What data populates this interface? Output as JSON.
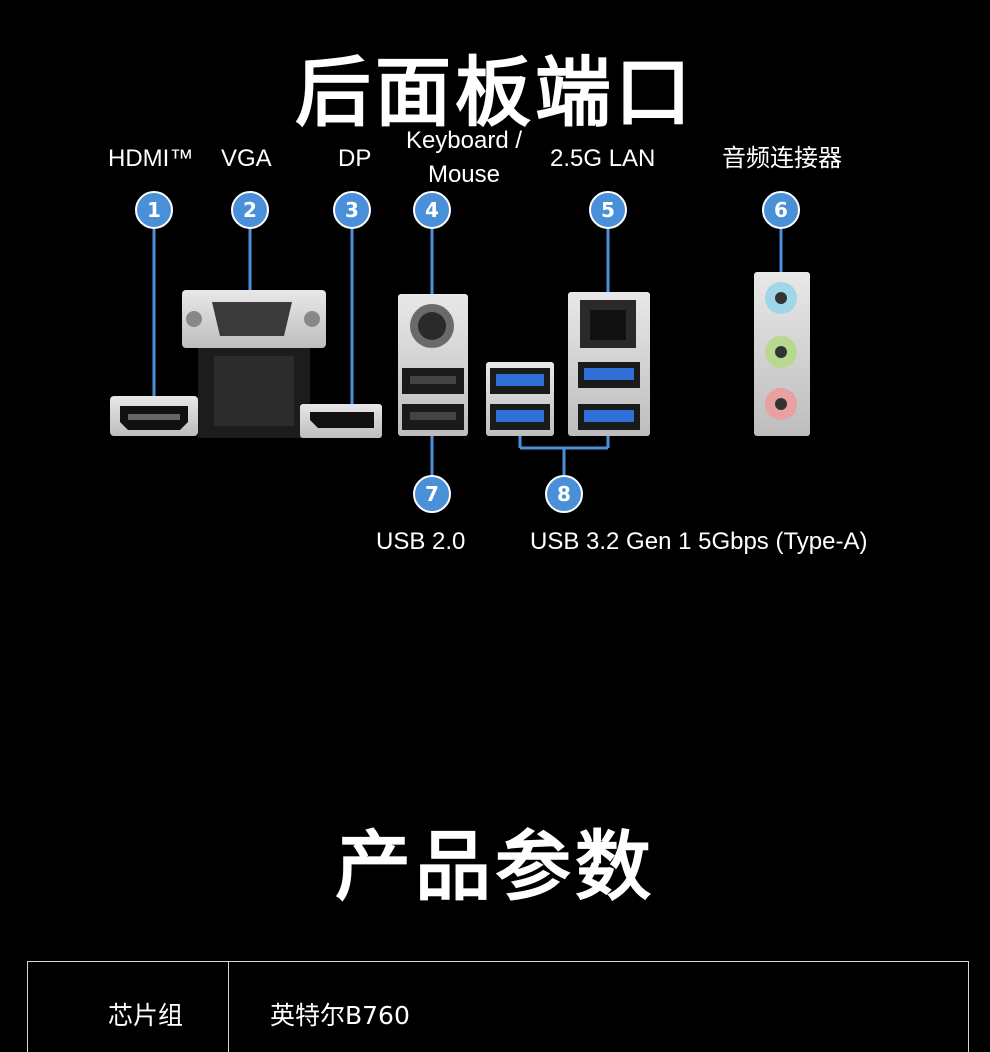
{
  "section_rear": {
    "title": "后面板端口",
    "ports": [
      {
        "num": "1",
        "label": "HDMI™"
      },
      {
        "num": "2",
        "label": "VGA"
      },
      {
        "num": "3",
        "label": "DP"
      },
      {
        "num": "4",
        "label": "Keyboard / Mouse"
      },
      {
        "num": "5",
        "label": "2.5G LAN"
      },
      {
        "num": "6",
        "label": "音频连接器"
      },
      {
        "num": "7",
        "label": "USB 2.0"
      },
      {
        "num": "8",
        "label": "USB 3.2 Gen 1 5Gbps (Type-A)"
      }
    ]
  },
  "section_specs": {
    "title": "产品参数",
    "rows": [
      {
        "key": "芯片组",
        "value": "英特尔B760"
      }
    ]
  },
  "colors": {
    "background": "#000000",
    "badge_blue": "#4a90d9",
    "usb3_blue": "#2f6fd6",
    "audio_blue": "#9fd6e8",
    "audio_green": "#b8d890",
    "audio_pink": "#e8a0a0"
  }
}
